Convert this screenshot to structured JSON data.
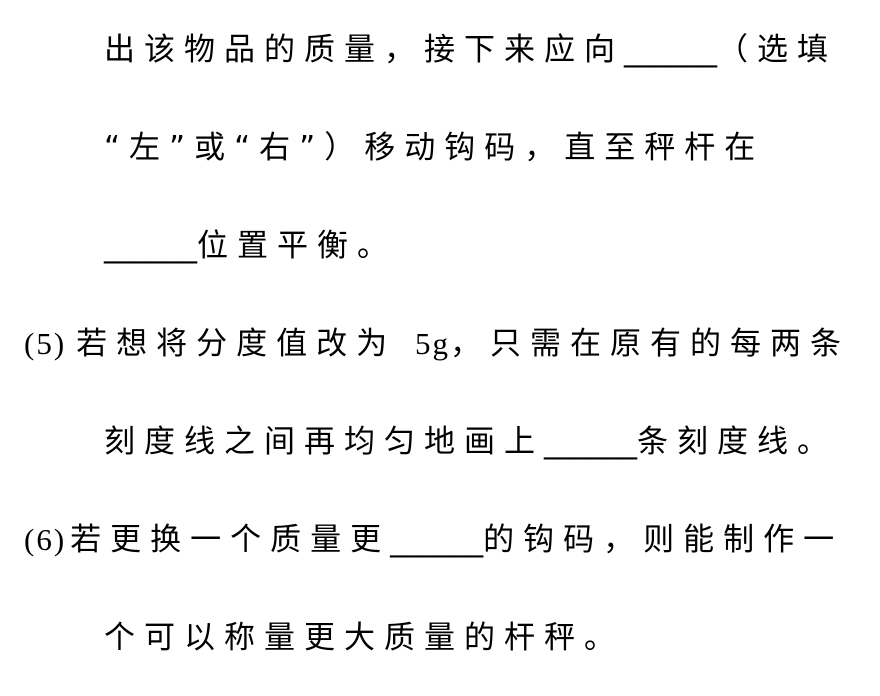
{
  "lines": [
    {
      "pre": "出该物品的质量，接下来应向",
      "blank": "______",
      "post": "（选填"
    },
    {
      "text": "“左”或“右”）移动钩码，直至秤杆在"
    },
    {
      "blank": "______",
      "post": "位置平衡。"
    },
    {
      "num": "(5)",
      "pre": "若想将分度值改为 ",
      "unit": "5g",
      "post": "，只需在原有的每两条"
    },
    {
      "pre": "刻度线之间再均匀地画上",
      "blank": "______",
      "post": "条刻度线。"
    },
    {
      "num": "(6)",
      "pre": "若更换一个质量更",
      "blank": "______",
      "post": "的钩码，则能制作一"
    },
    {
      "text": "个可以称量更大质量的杆秤。"
    }
  ]
}
